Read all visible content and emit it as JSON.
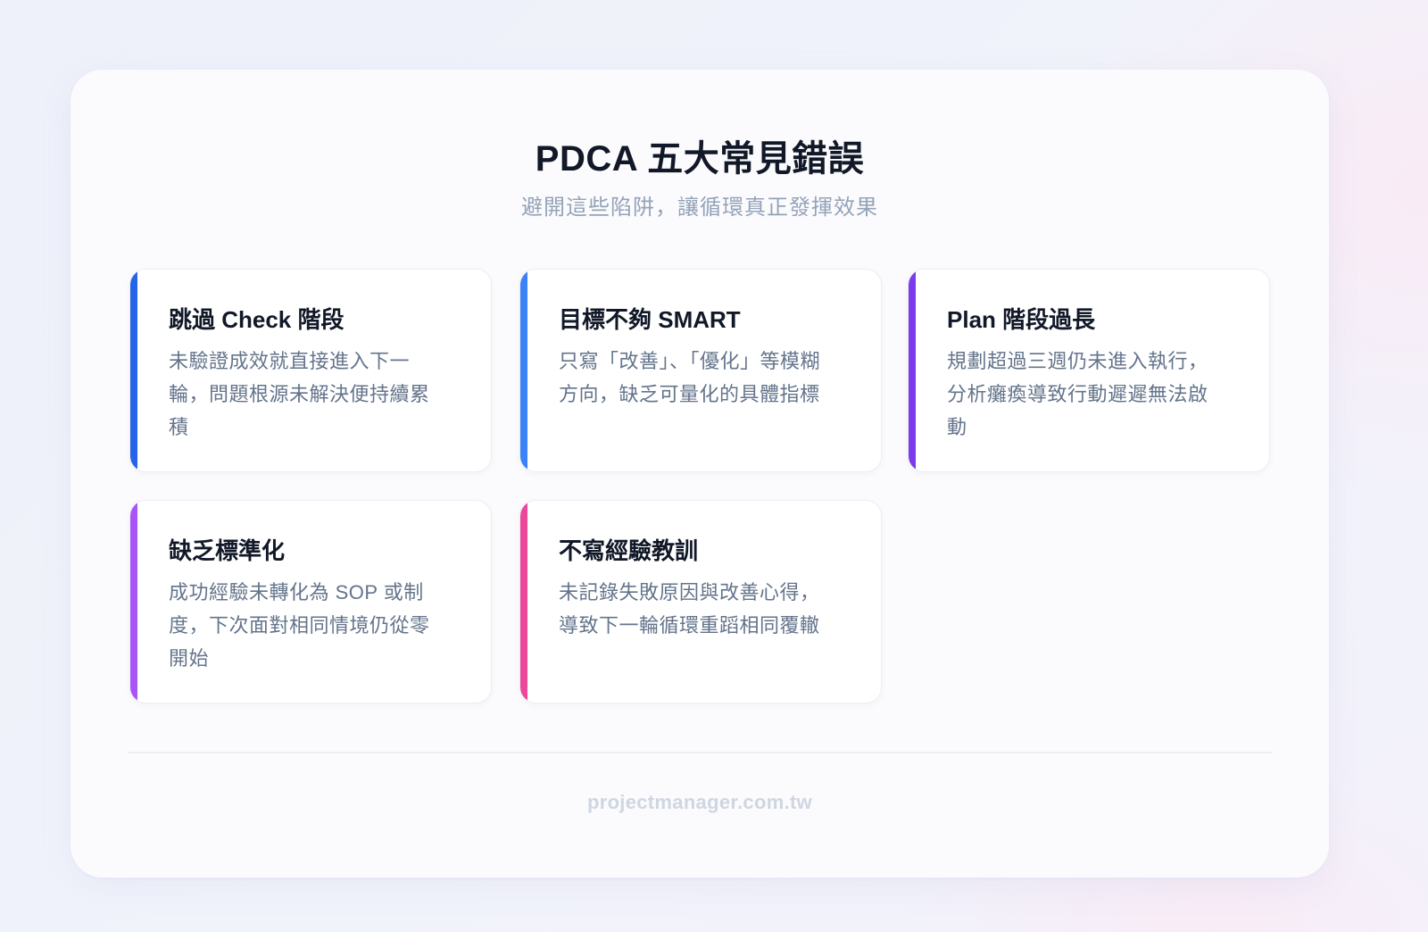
{
  "header": {
    "title": "PDCA 五大常見錯誤",
    "subtitle": "避開這些陷阱，讓循環真正發揮效果"
  },
  "cards": [
    {
      "title": "跳過 Check 階段",
      "description": "未驗證成效就直接進入下一輪，問題根源未解決便持續累積",
      "accent_color": "#2563eb"
    },
    {
      "title": "目標不夠 SMART",
      "description": "只寫「改善」、「優化」等模糊方向，缺乏可量化的具體指標",
      "accent_color": "#3b82f6"
    },
    {
      "title": "Plan 階段過長",
      "description": "規劃超過三週仍未進入執行，分析癱瘓導致行動遲遲無法啟動",
      "accent_color": "#7c3aed"
    },
    {
      "title": "缺乏標準化",
      "description": "成功經驗未轉化為 SOP 或制度，下次面對相同情境仍從零開始",
      "accent_color": "#a855f7"
    },
    {
      "title": "不寫經驗教訓",
      "description": "未記錄失敗原因與改善心得，導致下一輪循環重蹈相同覆轍",
      "accent_color": "#ec4899"
    }
  ],
  "footer": {
    "text": "projectmanager.com.tw"
  }
}
